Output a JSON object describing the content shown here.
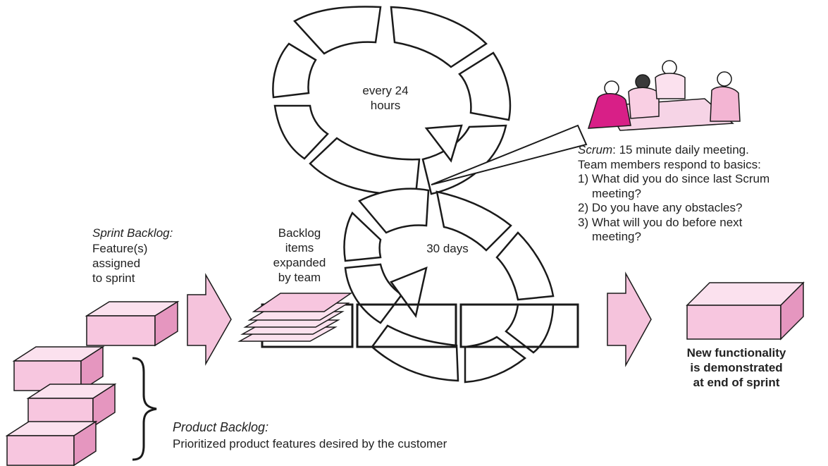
{
  "daily_cycle": {
    "label": "every 24\nhours"
  },
  "sprint_cycle": {
    "label": "30 days"
  },
  "scrum_note": {
    "title": "Scrum",
    "title_suffix": ": 15 minute daily meeting.",
    "line2": "Team members respond to basics:",
    "q1a": "1) What did you do since last Scrum",
    "q1b": "meeting?",
    "q2": "2) Do you have any obstacles?",
    "q3a": "3) What will you do before next",
    "q3b": "meeting?"
  },
  "sprint_backlog": {
    "title": "Sprint Backlog:",
    "body": "Feature(s)\nassigned\nto sprint"
  },
  "backlog_items": {
    "label": "Backlog\nitems\nexpanded\nby team"
  },
  "product_backlog": {
    "title": "Product Backlog:",
    "body": "Prioritized product features desired by the customer"
  },
  "result": {
    "label": "New functionality\nis demonstrated\nat end of sprint"
  },
  "colors": {
    "box_front": "#f7c6df",
    "box_side": "#e596bf",
    "box_top": "#fbe1ee",
    "arrow": "#f5c3dc",
    "figure_magenta": "#d81f87",
    "outline": "#1a1a1a"
  }
}
